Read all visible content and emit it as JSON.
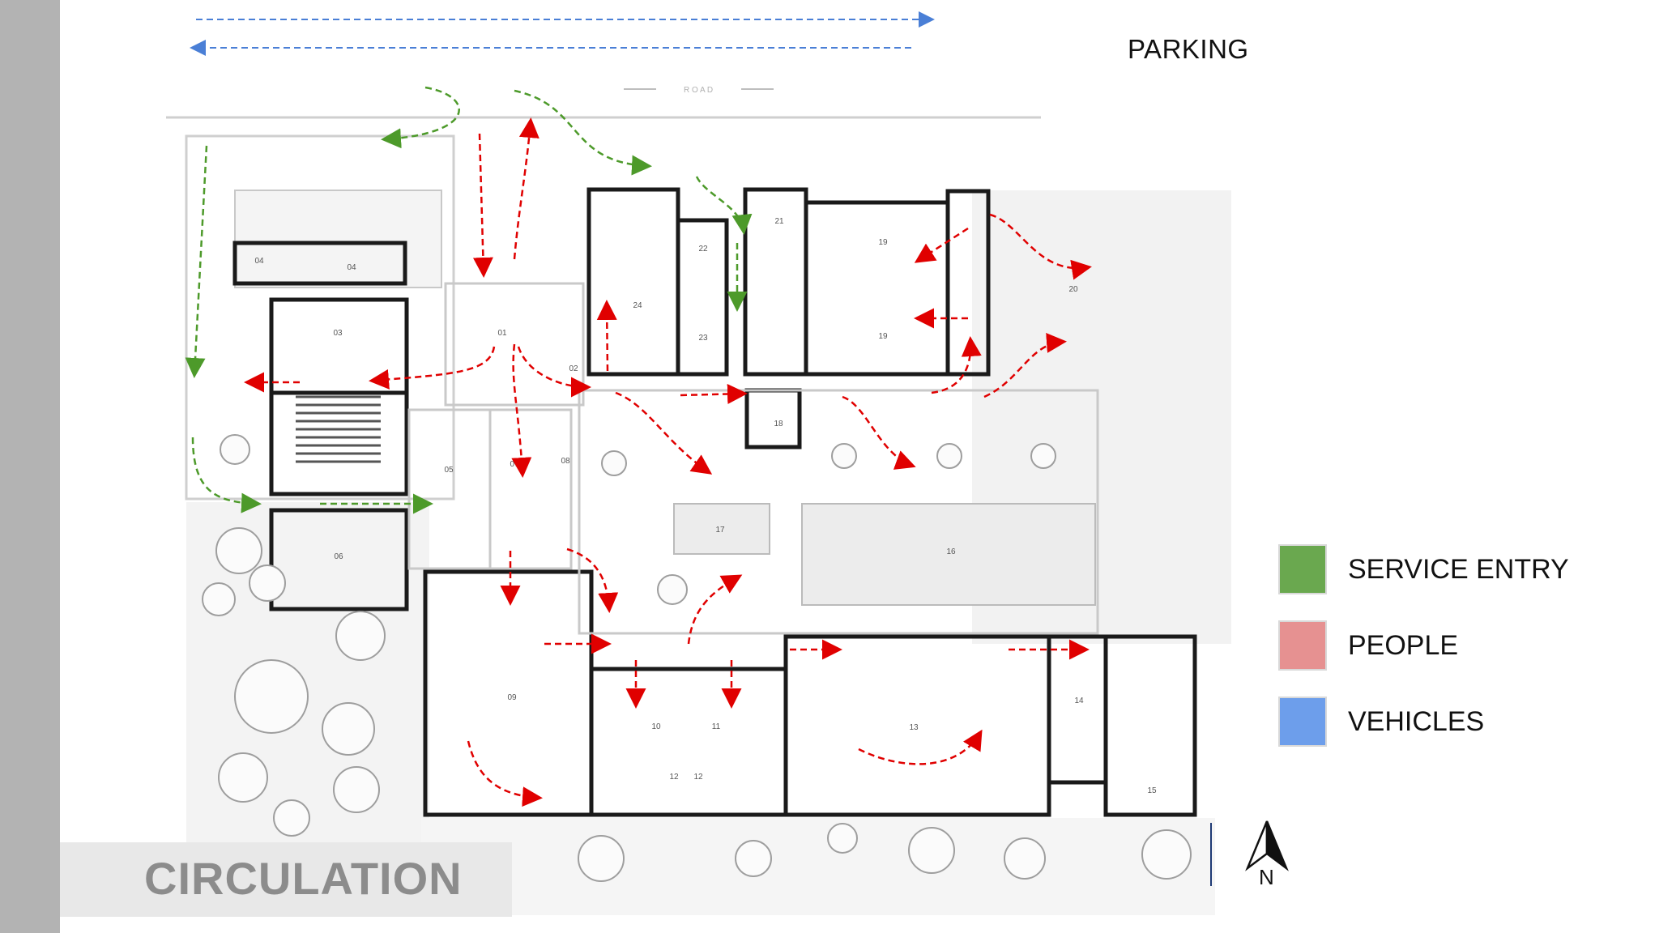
{
  "parking_label": "PARKING",
  "title": "CIRCULATION",
  "north_label": "N",
  "road_label": "R O A D",
  "legend": [
    {
      "label": "SERVICE ENTRY",
      "color": "#6aa84f"
    },
    {
      "label": "PEOPLE",
      "color": "#e69191"
    },
    {
      "label": "VEHICLES",
      "color": "#6d9eeb"
    }
  ],
  "room_numbers": [
    "01",
    "02",
    "03",
    "04",
    "04",
    "05",
    "06",
    "07",
    "08",
    "09",
    "10",
    "11",
    "12",
    "12",
    "13",
    "14",
    "15",
    "16",
    "17",
    "18",
    "19",
    "19",
    "20",
    "21",
    "22",
    "23",
    "24"
  ],
  "colors": {
    "service": "#4d9a2a",
    "people": "#e00000",
    "vehicles": "#4a7fd6",
    "walls": "#1a1a1a"
  }
}
